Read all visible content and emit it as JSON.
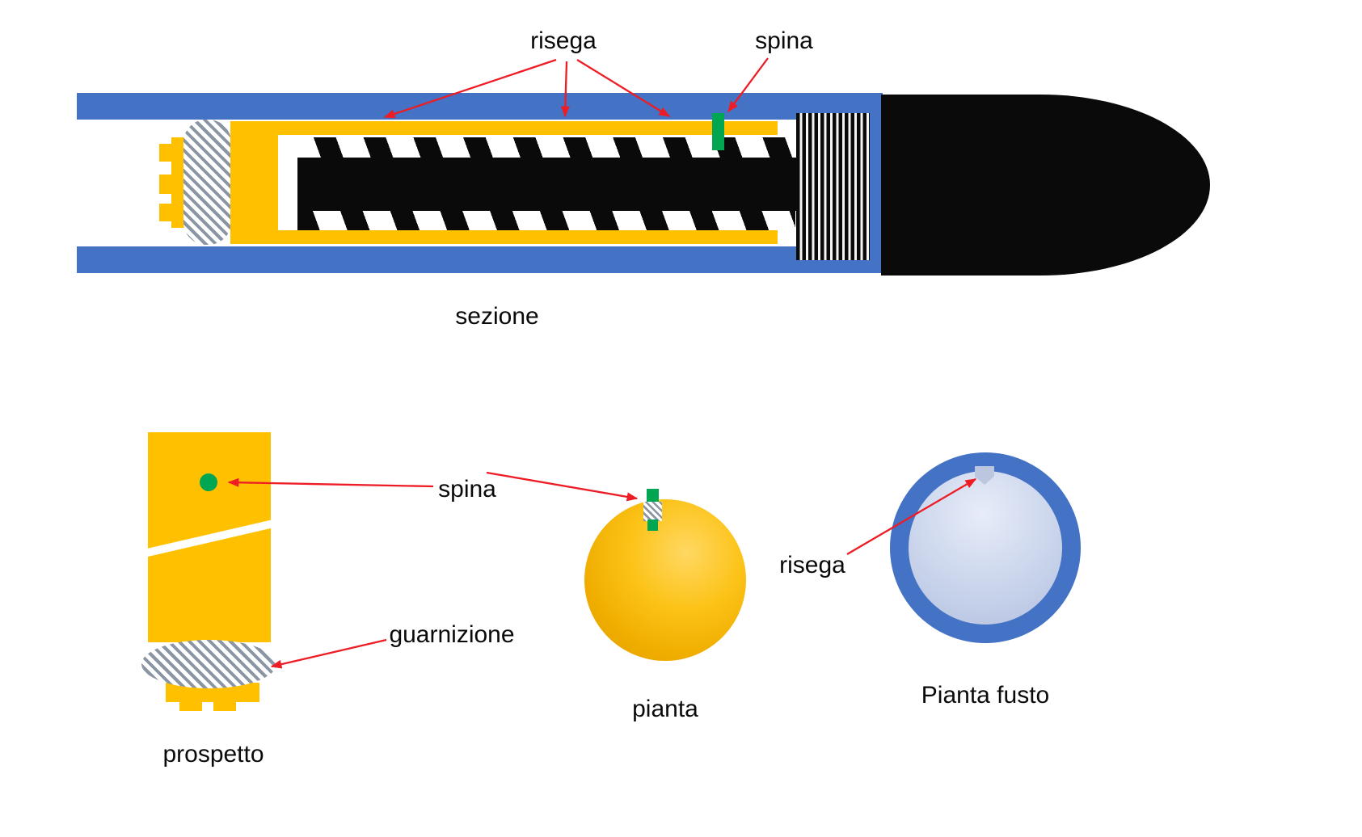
{
  "views": {
    "section_label": "sezione",
    "elevation_label": "prospetto",
    "plan_label": "pianta",
    "barrel_plan_label": "Pianta fusto"
  },
  "annotations": {
    "risega_section": "risega",
    "spina_section": "spina",
    "spina_detail": "spina",
    "guarnizione": "guarnizione",
    "risega_plan": "risega"
  },
  "colors": {
    "blue": "#4472C4",
    "yellow": "#FFC000",
    "green": "#00A651",
    "black": "#0A0A0A",
    "red": "#EE1C24",
    "hatch_gray": "#8B96A5",
    "bore_light": "#E7ECF8",
    "bore_dark": "#B3C0E0"
  }
}
